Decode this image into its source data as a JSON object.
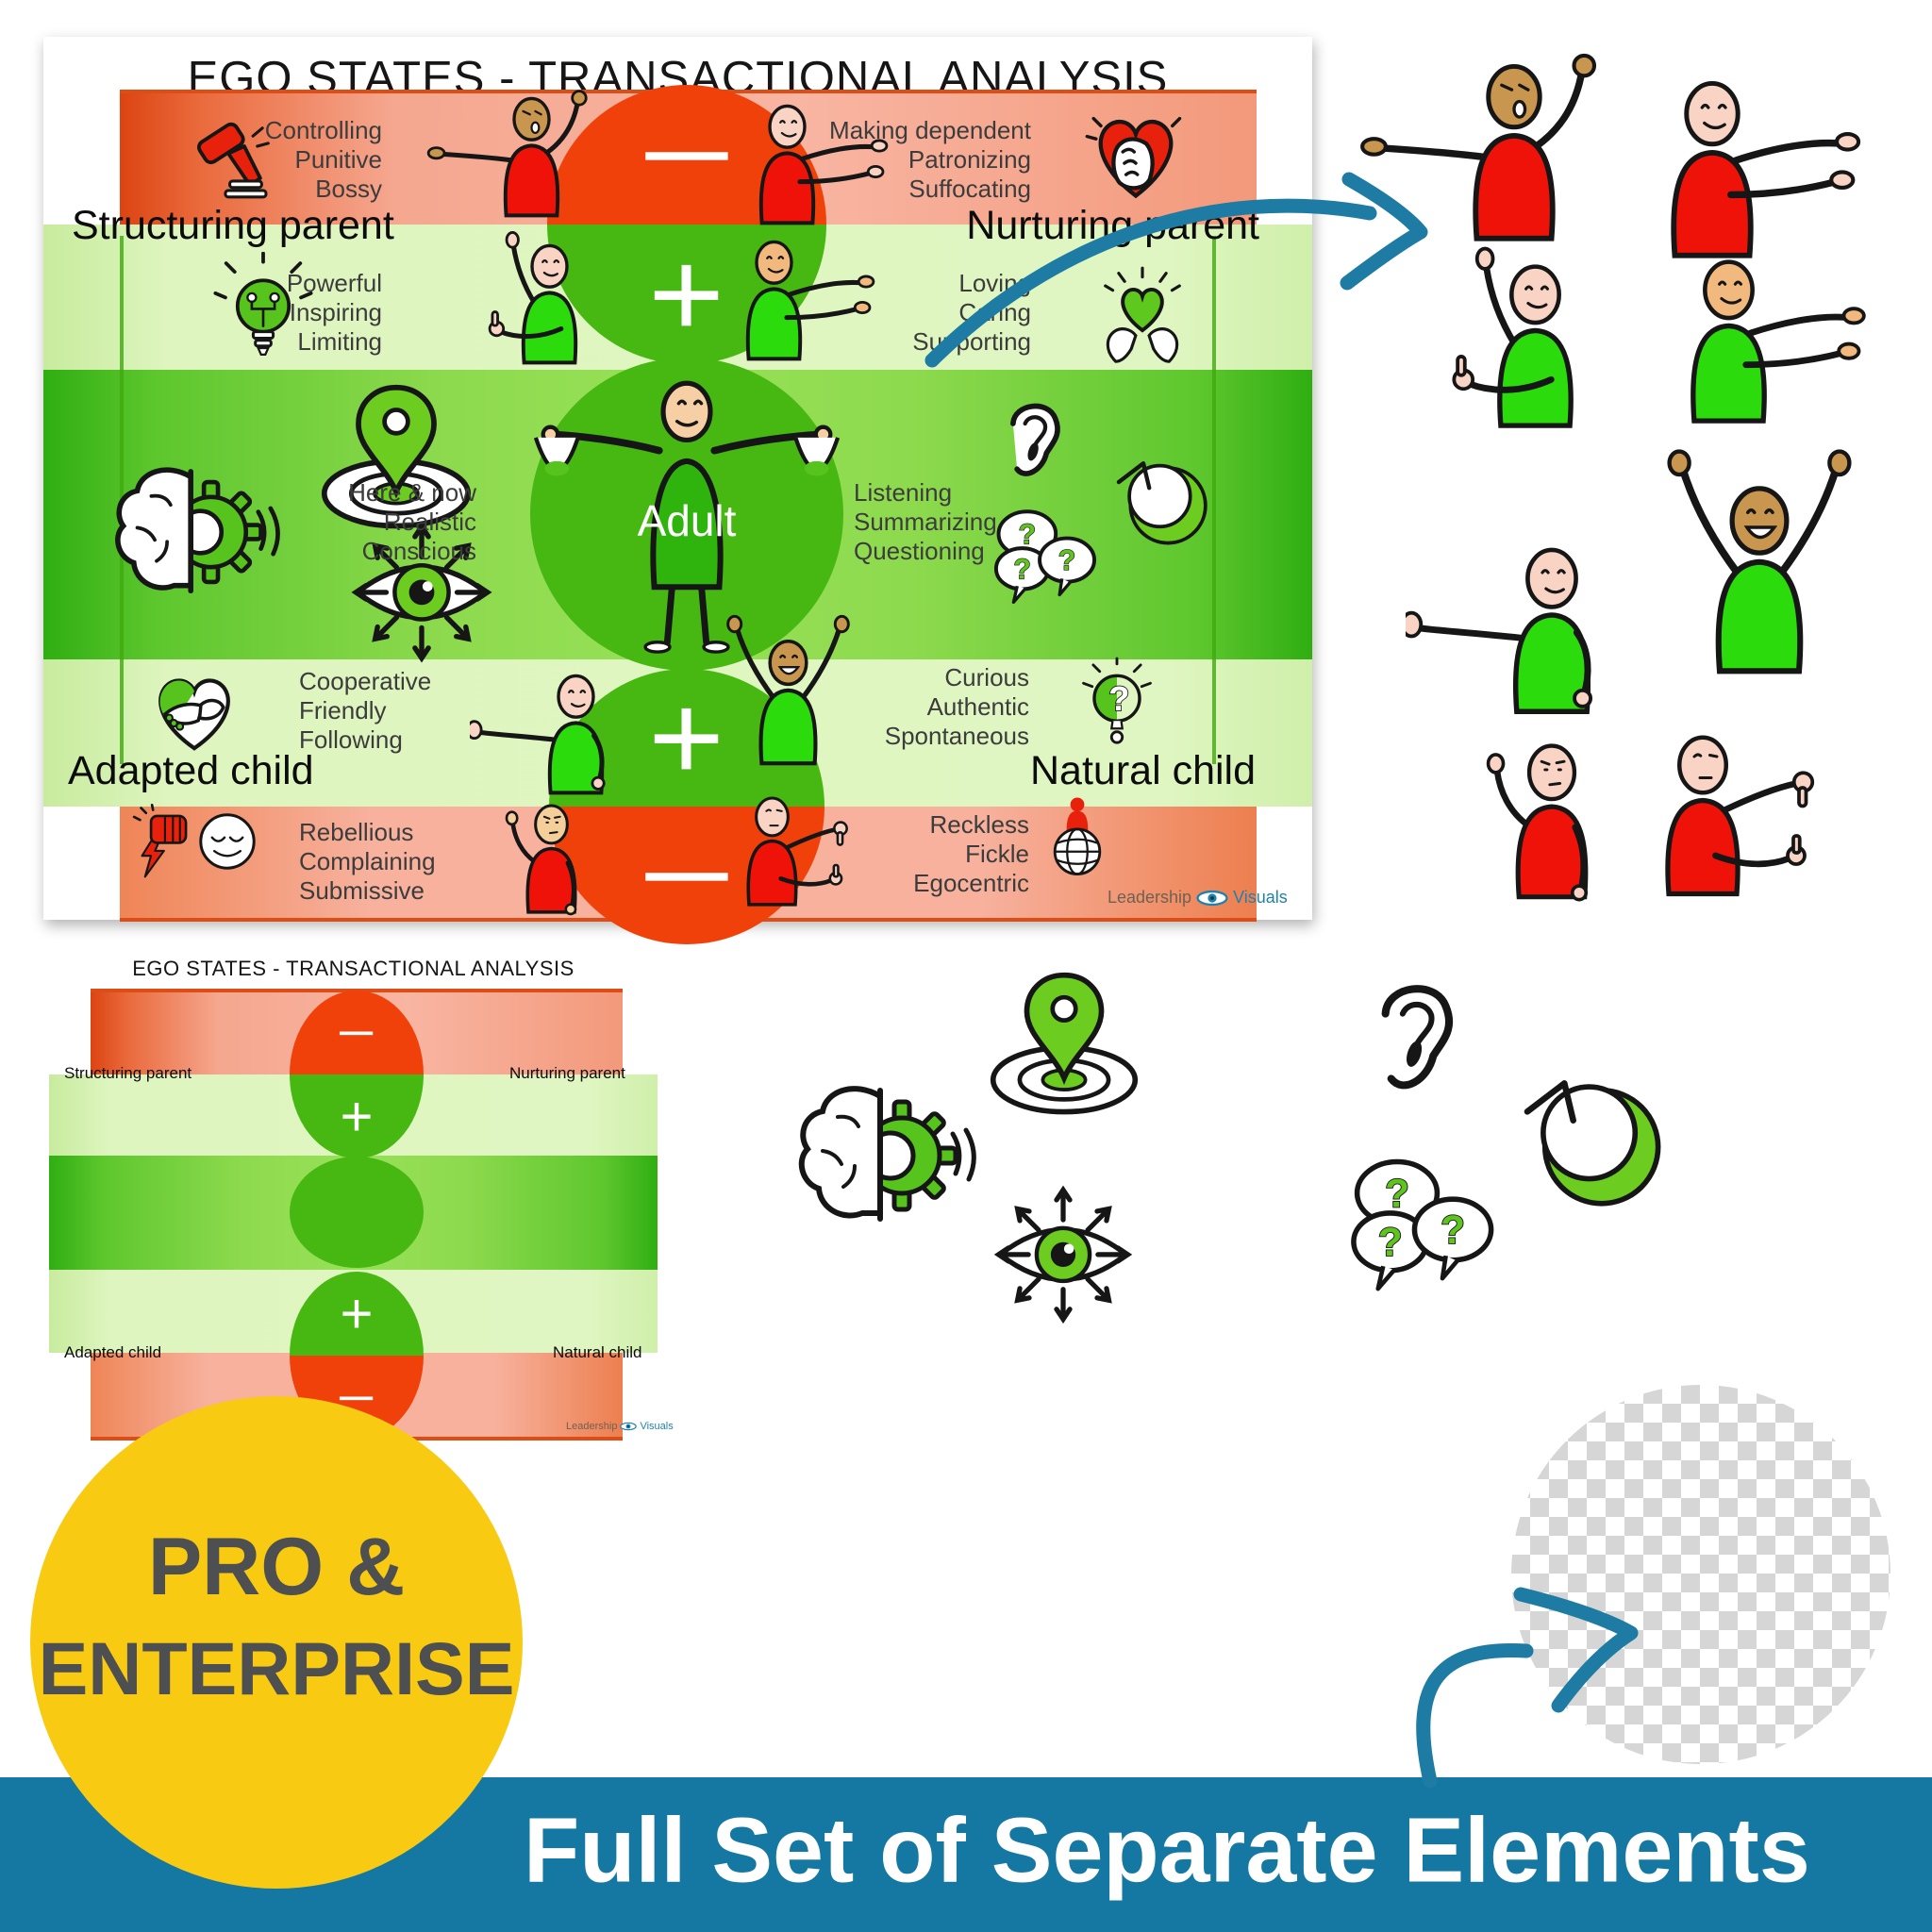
{
  "diagram": {
    "title": "EGO STATES - TRANSACTIONAL ANALYSIS",
    "adult_label": "Adult",
    "plus": "+",
    "minus": "−",
    "labels": {
      "structuring_parent": "Structuring parent",
      "nurturing_parent": "Nurturing parent",
      "adapted_child": "Adapted child",
      "natural_child": "Natural child"
    },
    "traits": {
      "structuring_negative": [
        "Controlling",
        "Punitive",
        "Bossy"
      ],
      "nurturing_negative": [
        "Making dependent",
        "Patronizing",
        "Suffocating"
      ],
      "structuring_positive": [
        "Powerful",
        "Inspiring",
        "Limiting"
      ],
      "nurturing_positive": [
        "Loving",
        "Caring",
        "Supporting"
      ],
      "adult_left": [
        "Here & now",
        "Realistic",
        "Conscious"
      ],
      "adult_right": [
        "Listening",
        "Summarizing",
        "Questioning"
      ],
      "adapted_positive": [
        "Cooperative",
        "Friendly",
        "Following"
      ],
      "natural_positive": [
        "Curious",
        "Authentic",
        "Spontaneous"
      ],
      "adapted_negative": [
        "Rebellious",
        "Complaining",
        "Submissive"
      ],
      "natural_negative": [
        "Reckless",
        "Fickle",
        "Egocentric"
      ]
    },
    "logo": {
      "part1": "Leadership",
      "part2": "Visuals"
    }
  },
  "small_diagram": {
    "title": "EGO STATES - TRANSACTIONAL ANALYSIS",
    "labels": {
      "structuring_parent": "Structuring parent",
      "nurturing_parent": "Nurturing parent",
      "adapted_child": "Adapted child",
      "natural_child": "Natural child"
    },
    "plus": "+",
    "minus": "−",
    "logo": {
      "part1": "Leadership",
      "part2": "Visuals"
    }
  },
  "badge": {
    "line1": "PRO &",
    "line2": "ENTERPRISE"
  },
  "banner": {
    "text": "Full Set of Separate Elements"
  },
  "icons": [
    "gavel-icon",
    "crushed-heart-icon",
    "idea-bulb-icon",
    "heart-in-hands-icon",
    "brain-gear-icon",
    "location-target-icon",
    "focus-eye-icon",
    "ear-icon",
    "question-bubbles-icon",
    "redo-arrow-icon",
    "handshake-heart-icon",
    "fist-lightning-icon",
    "calm-face-icon",
    "bulb-question-icon",
    "person-globe-icon",
    "eye-logo-icon",
    "blue-arrow-icon",
    "transparency-checker"
  ],
  "colors": {
    "banner_blue": "#1478a2",
    "arrow_blue": "#1e7ba4",
    "badge_yellow": "#f8ca12",
    "badge_text": "#4e4f51",
    "red_circle": "#f0410b",
    "green_circle": "#47b711",
    "shirt_red": "#ee1208",
    "shirt_green": "#2bdb0b",
    "salmon_band": "#f7b19d",
    "light_green_band": "#def5bd",
    "mid_green_band": "#8eda4e"
  }
}
